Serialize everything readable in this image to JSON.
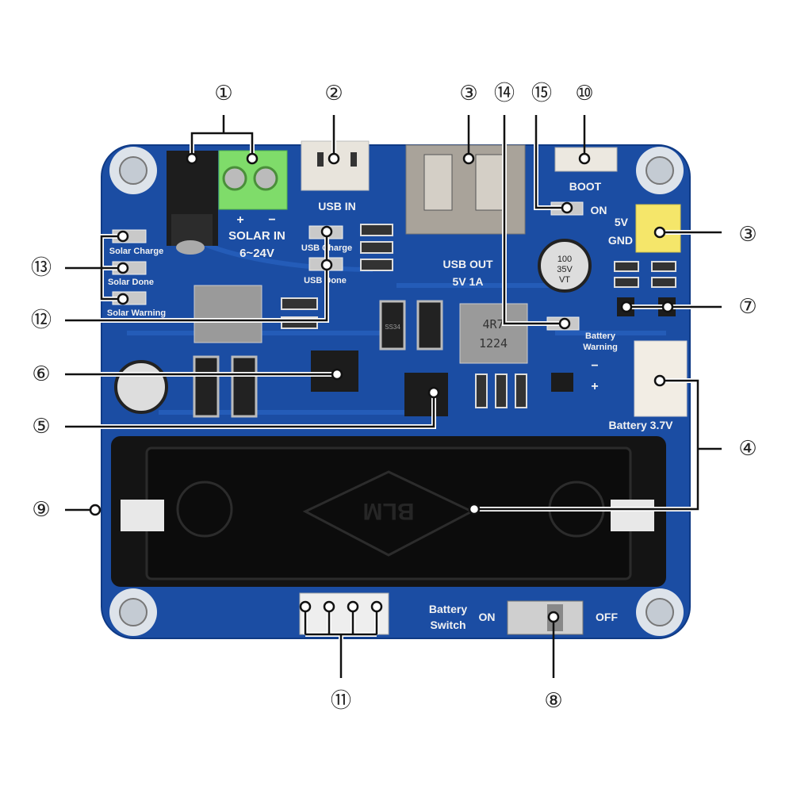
{
  "callouts": {
    "c1": "①",
    "c2": "②",
    "c3_top": "③",
    "c14": "⑭",
    "c15": "⑮",
    "c10": "⑩",
    "c3_right": "③",
    "c7": "⑦",
    "c4": "④",
    "c13": "⑬",
    "c12": "⑫",
    "c6": "⑥",
    "c5": "⑤",
    "c9": "⑨",
    "c11": "⑪",
    "c8": "⑧"
  },
  "silkscreen": {
    "solar_plus": "+",
    "solar_minus": "−",
    "solar_in": "SOLAR IN",
    "solar_range": "6~24V",
    "usb_in": "USB IN",
    "usb_charge": "USB Charge",
    "usb_done": "USB Done",
    "solar_charge": "Solar Charge",
    "solar_done": "Solar Done",
    "solar_warning": "Solar Warning",
    "usb_out": "USB OUT",
    "usb_out_rating": "5V 1A",
    "boot": "BOOT",
    "on_led": "ON",
    "pin_5v": "5V",
    "pin_gnd": "GND",
    "battery_warning_1": "Battery",
    "battery_warning_2": "Warning",
    "batt_minus": "−",
    "batt_plus": "+",
    "battery_connector": "Battery 3.7V",
    "battery_switch_1": "Battery",
    "battery_switch_2": "Switch",
    "switch_on": "ON",
    "switch_off": "OFF",
    "cap_1": "100",
    "cap_2": "35V",
    "cap_3": "VT",
    "inductor_1": "4R7",
    "inductor_2": "1224",
    "diode": "SS34",
    "holder_logo": "BLM"
  },
  "colors": {
    "board": "#1b4da3",
    "holder": "#141414",
    "terminal": "#7fdc6a",
    "header": "#f5e66a"
  }
}
